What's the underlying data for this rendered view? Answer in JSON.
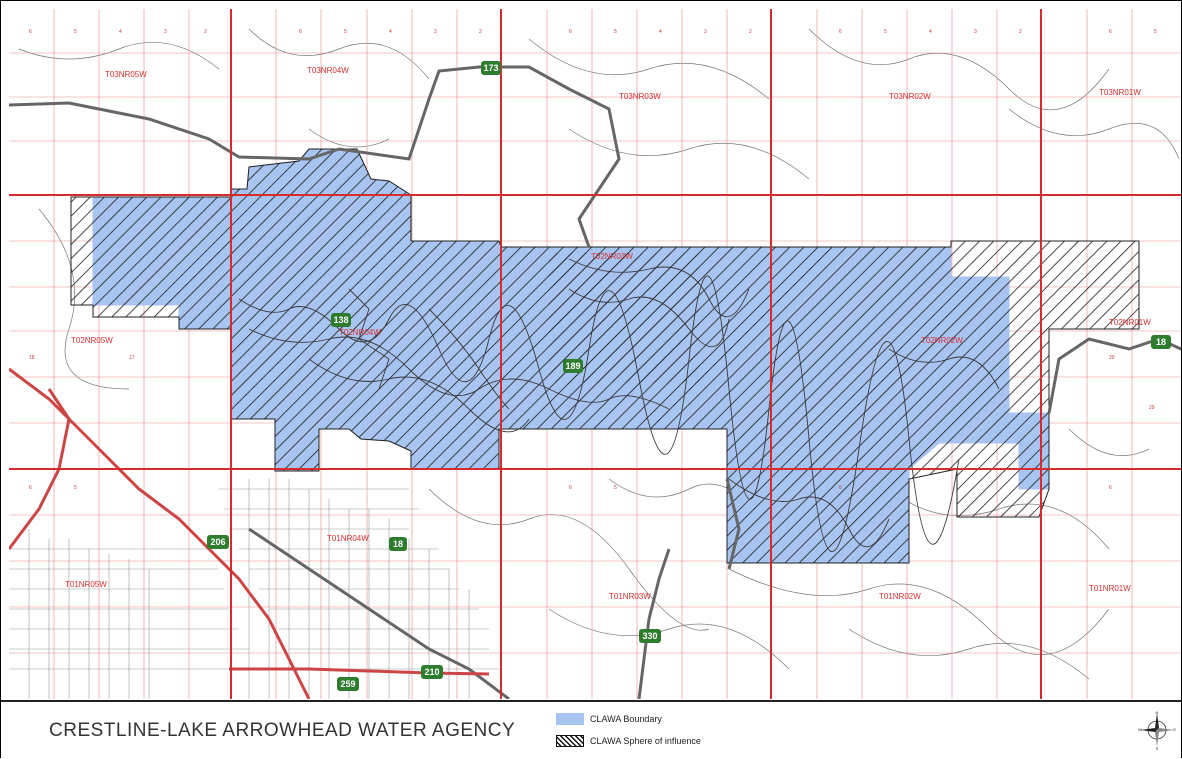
{
  "title": "CRESTLINE-LAKE ARROWHEAD WATER AGENCY",
  "legend": {
    "boundary_label": "CLAWA Boundary",
    "sphere_label": "CLAWA Sphere of influence"
  },
  "colors": {
    "boundary_fill": "#a8c4f0",
    "grid_major": "#d92b2b",
    "grid_minor": "#e58a8a",
    "highway_shield": "#2e7d2e",
    "roads": "#555555"
  },
  "townships": [
    "T03NR05W",
    "T03NR04W",
    "T03NR03W",
    "T03NR02W",
    "T03NR01W",
    "T02NR05W",
    "T02NR04W",
    "T02NR03W",
    "T02NR02W",
    "T02NR01W",
    "T01NR05W",
    "T01NR04W",
    "T01NR03W",
    "T01NR02W",
    "T01NR01W"
  ],
  "highway_shields": [
    "173",
    "138",
    "189",
    "18",
    "18",
    "206",
    "330",
    "210",
    "259"
  ],
  "compass_letters": [
    "N",
    "E",
    "S",
    "W"
  ]
}
